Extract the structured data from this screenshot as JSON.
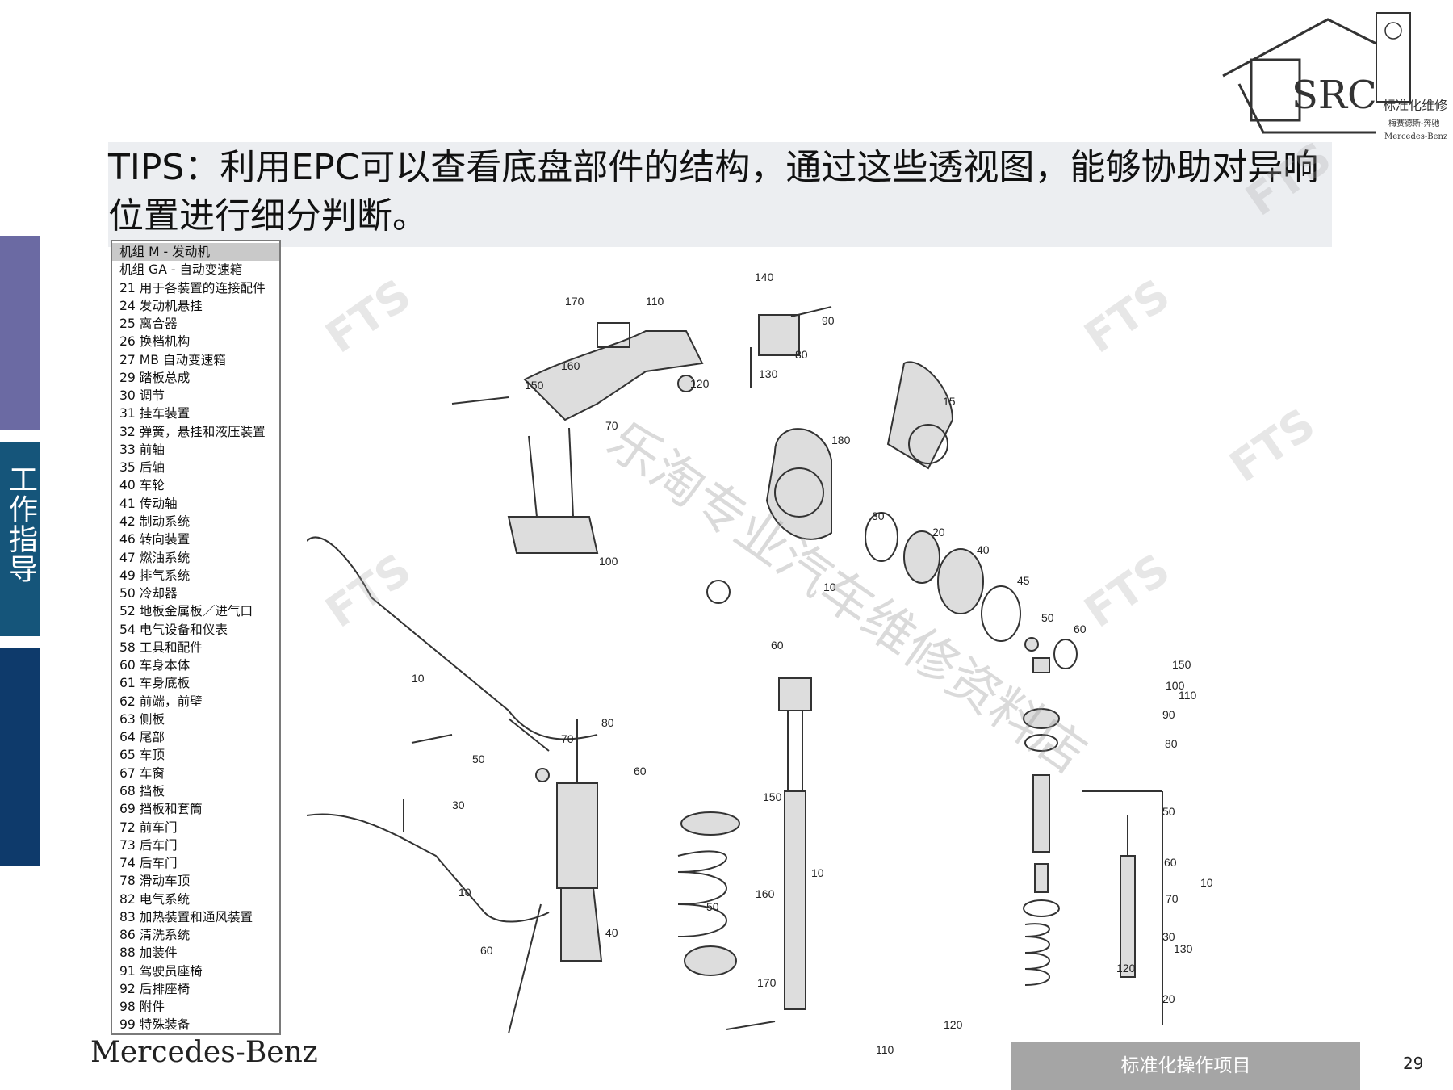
{
  "sidebar": {
    "title": "工作指导"
  },
  "tips": {
    "text": "TIPS：利用EPC可以查看底盘部件的结构，通过这些透视图，能够协助对异响位置进行细分判断。"
  },
  "epc_list": {
    "items": [
      "机组 M - 发动机",
      "机组 GA - 自动变速箱",
      "21 用于各装置的连接配件",
      "24 发动机悬挂",
      "25 离合器",
      "26 换档机构",
      "27 MB 自动变速箱",
      "29 踏板总成",
      "30 调节",
      "31 挂车装置",
      "32 弹簧，悬挂和液压装置",
      "33 前轴",
      "35 后轴",
      "40 车轮",
      "41 传动轴",
      "42 制动系统",
      "46 转向装置",
      "47 燃油系统",
      "49 排气系统",
      "50 冷却器",
      "52 地板金属板／进气口",
      "54 电气设备和仪表",
      "58 工具和配件",
      "60 车身本体",
      "61 车身底板",
      "62 前端，前壁",
      "63 侧板",
      "64 尾部",
      "65 车顶",
      "67 车窗",
      "68 挡板",
      "69 挡板和套筒",
      "72 前车门",
      "73 后车门",
      "74 后车门",
      "78 滑动车顶",
      "82 电气系统",
      "83 加热装置和通风装置",
      "86 清洗系统",
      "88 加装件",
      "91 驾驶员座椅",
      "92 后排座椅",
      "98 附件",
      "99 特殊装备"
    ],
    "selected_index": 0
  },
  "diagram_labels": {
    "control_arm": [
      "170",
      "110",
      "140",
      "90",
      "80",
      "130",
      "160",
      "150",
      "120",
      "70",
      "100"
    ],
    "knuckle": [
      "15",
      "180",
      "30",
      "20",
      "40",
      "45",
      "50",
      "60",
      "10"
    ],
    "stabilizer_front": [
      "10",
      "80",
      "70",
      "50",
      "60"
    ],
    "stabilizer_rear": [
      "30",
      "10",
      "60",
      "40",
      "50"
    ],
    "rear_damper": [
      "60",
      "150",
      "160",
      "170",
      "10",
      "110",
      "120"
    ],
    "strut_exploded": [
      "150",
      "100",
      "110",
      "90",
      "80",
      "50",
      "60",
      "70",
      "30",
      "20",
      "10",
      "120",
      "130"
    ]
  },
  "watermarks": {
    "fts": "FTS",
    "cn": "乐淘专业汽车维修资料店"
  },
  "logo": {
    "text": "SRC",
    "sub1": "标准化维修",
    "sub2": "梅赛德斯-奔驰",
    "sub3": "Mercedes-Benz"
  },
  "footer": {
    "brand": "Mercedes-Benz",
    "bar": "标准化操作项目",
    "page": "29"
  }
}
